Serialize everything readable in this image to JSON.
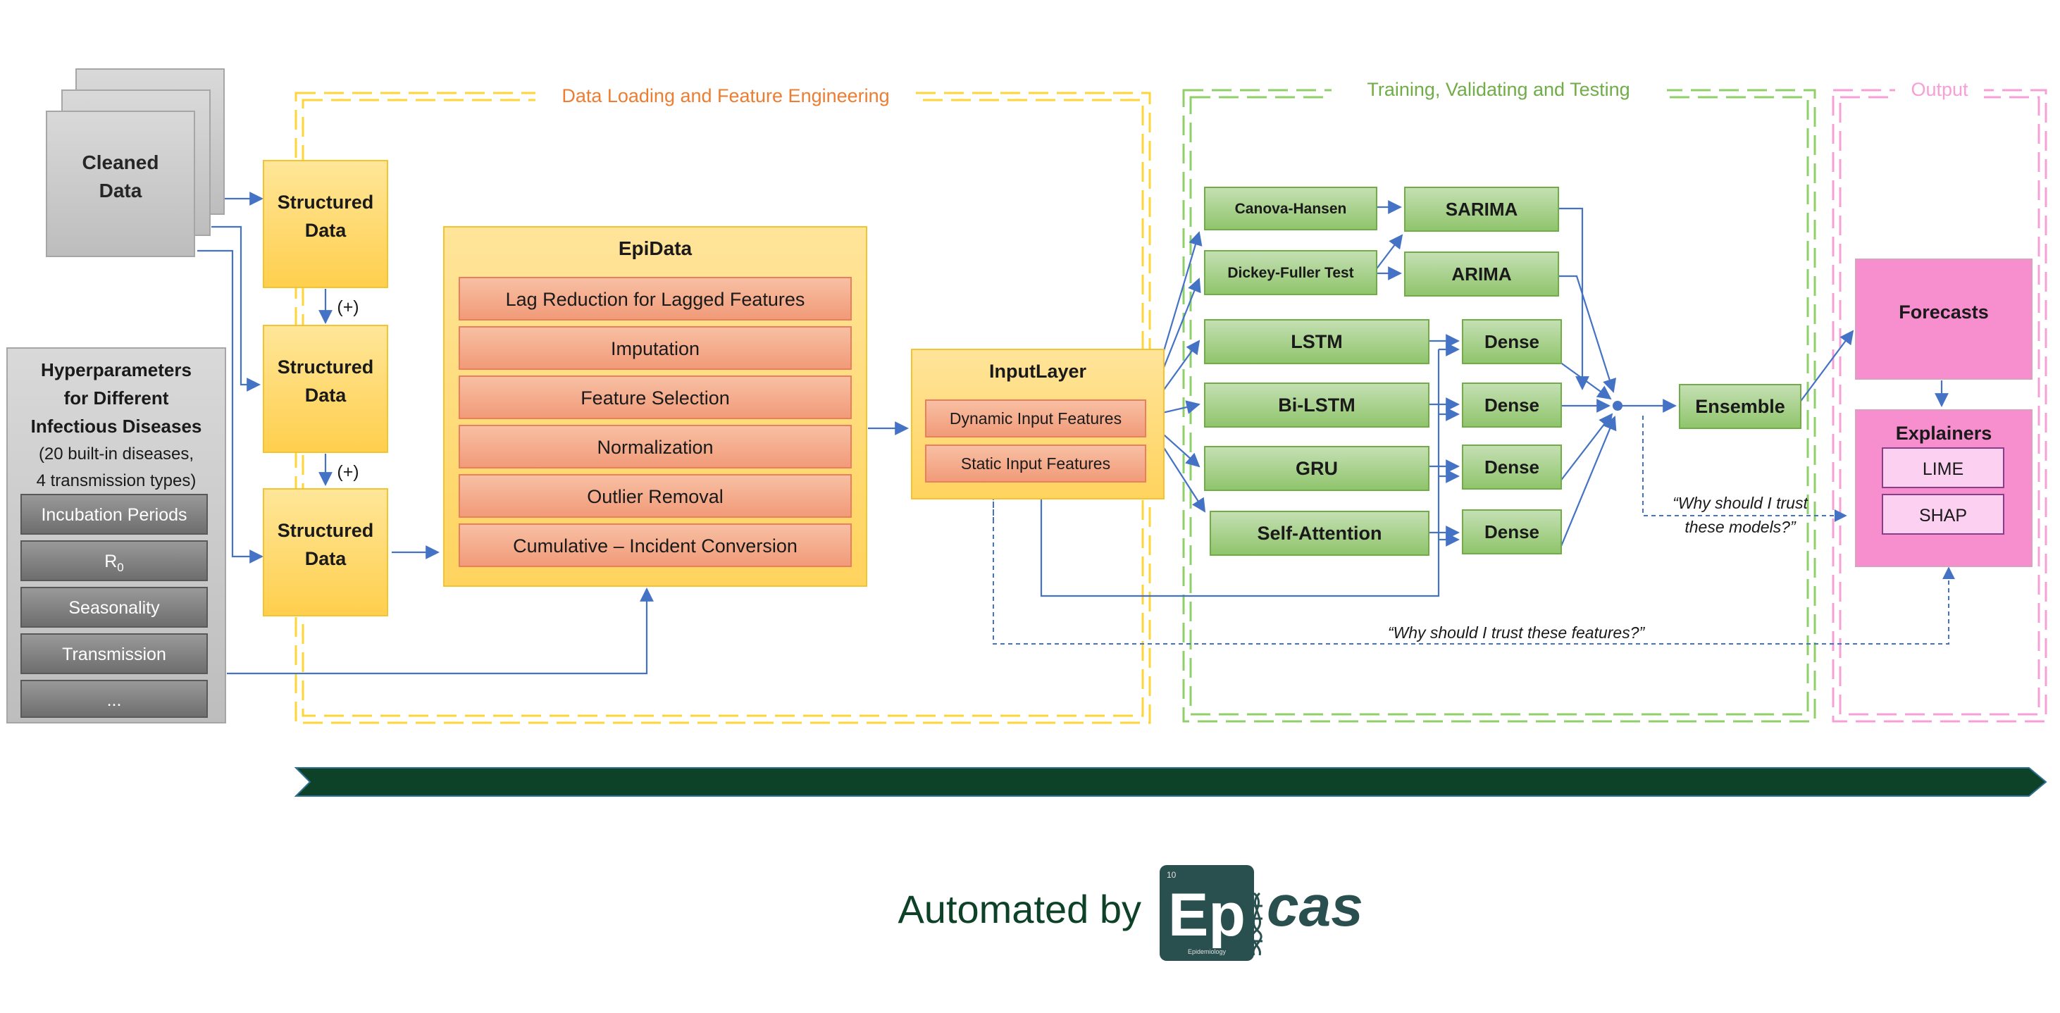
{
  "groups": {
    "data_loading": "Data Loading and Feature Engineering",
    "training": "Training, Validating and Testing",
    "output": "Output"
  },
  "inputs": {
    "cleaned_data": [
      "Cleaned",
      "Data"
    ],
    "structured_data": [
      "Structured",
      "Data"
    ],
    "plus_marker": "(+)",
    "hyperparams": {
      "title": [
        "Hyperparameters",
        "for Different",
        "Infectious Diseases"
      ],
      "subtitle": [
        "(20 built-in diseases,",
        "4 transmission types)"
      ],
      "items": [
        "Incubation Periods",
        "R",
        "Seasonality",
        "Transmission",
        "..."
      ],
      "r_subscript": "0"
    }
  },
  "epidata": {
    "title": "EpiData",
    "steps": [
      "Lag Reduction for Lagged Features",
      "Imputation",
      "Feature Selection",
      "Normalization",
      "Outlier Removal",
      "Cumulative – Incident Conversion"
    ]
  },
  "input_layer": {
    "title": "InputLayer",
    "dynamic": "Dynamic Input Features",
    "static": "Static Input Features"
  },
  "models": {
    "canova": "Canova-Hansen",
    "dickey": "Dickey-Fuller Test",
    "sarima": "SARIMA",
    "arima": "ARIMA",
    "lstm": "LSTM",
    "bilstm": "Bi-LSTM",
    "gru": "GRU",
    "self_attention": "Self-Attention",
    "dense": "Dense",
    "ensemble": "Ensemble"
  },
  "output": {
    "forecasts": "Forecasts",
    "explainers": "Explainers",
    "lime": "LIME",
    "shap": "SHAP"
  },
  "questions": {
    "trust_models": [
      "“Why should I trust",
      "these models?”"
    ],
    "trust_features": "“Why should I trust these features?”"
  },
  "footer": {
    "automated_by": "Automated by",
    "logo_number": "10",
    "logo_ep": "Ep",
    "logo_cas": "cas",
    "logo_small": "Epidemiology"
  },
  "colors": {
    "yellow_fill": "#ffd966",
    "yellow_border": "#f4c430",
    "salmon_fill": "#f4a582",
    "green_fill": "#a9d18e",
    "green_border": "#70ad47",
    "pink_fill": "#f78fcf",
    "pink_light": "#fbd0f0",
    "gray_fill": "#c8c8c8",
    "gray_dark": "#7a7a7a",
    "arrow": "#4472c4",
    "dark_green": "#0d4228",
    "orange_text": "#ed7d31",
    "green_text": "#70ad47",
    "pink_text": "#f5a0d6"
  }
}
